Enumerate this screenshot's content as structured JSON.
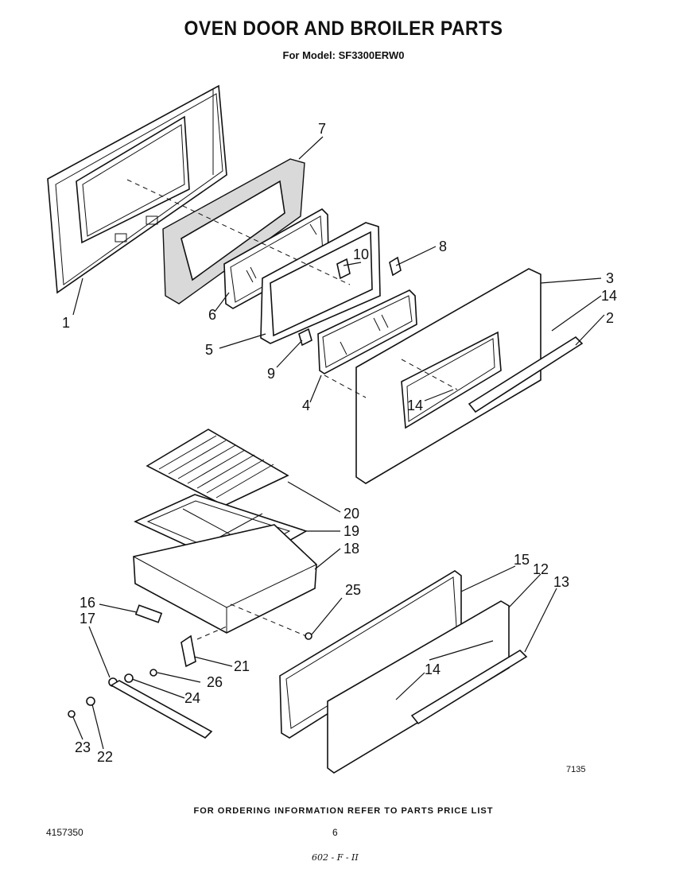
{
  "header": {
    "title": "OVEN DOOR AND BROILER PARTS",
    "subtitle": "For Model: SF3300ERW0"
  },
  "callouts": [
    {
      "id": "c1",
      "label": "1"
    },
    {
      "id": "c2",
      "label": "2"
    },
    {
      "id": "c3",
      "label": "3"
    },
    {
      "id": "c4",
      "label": "4"
    },
    {
      "id": "c5",
      "label": "5"
    },
    {
      "id": "c6",
      "label": "6"
    },
    {
      "id": "c7",
      "label": "7"
    },
    {
      "id": "c8",
      "label": "8"
    },
    {
      "id": "c9",
      "label": "9"
    },
    {
      "id": "c10",
      "label": "10"
    },
    {
      "id": "c14a",
      "label": "14"
    },
    {
      "id": "c14b",
      "label": "14"
    },
    {
      "id": "c14c",
      "label": "14"
    },
    {
      "id": "c12",
      "label": "12"
    },
    {
      "id": "c13",
      "label": "13"
    },
    {
      "id": "c15",
      "label": "15"
    },
    {
      "id": "c16",
      "label": "16"
    },
    {
      "id": "c17",
      "label": "17"
    },
    {
      "id": "c18",
      "label": "18"
    },
    {
      "id": "c19",
      "label": "19"
    },
    {
      "id": "c20",
      "label": "20"
    },
    {
      "id": "c21",
      "label": "21"
    },
    {
      "id": "c22",
      "label": "22"
    },
    {
      "id": "c23",
      "label": "23"
    },
    {
      "id": "c24",
      "label": "24"
    },
    {
      "id": "c25",
      "label": "25"
    },
    {
      "id": "c26",
      "label": "26"
    }
  ],
  "footer": {
    "ordering_note": "FOR ORDERING INFORMATION REFER TO PARTS PRICE LIST",
    "doc_number": "4157350",
    "page_number": "6",
    "figure_number": "7135",
    "handwritten": "602 - F - II"
  }
}
